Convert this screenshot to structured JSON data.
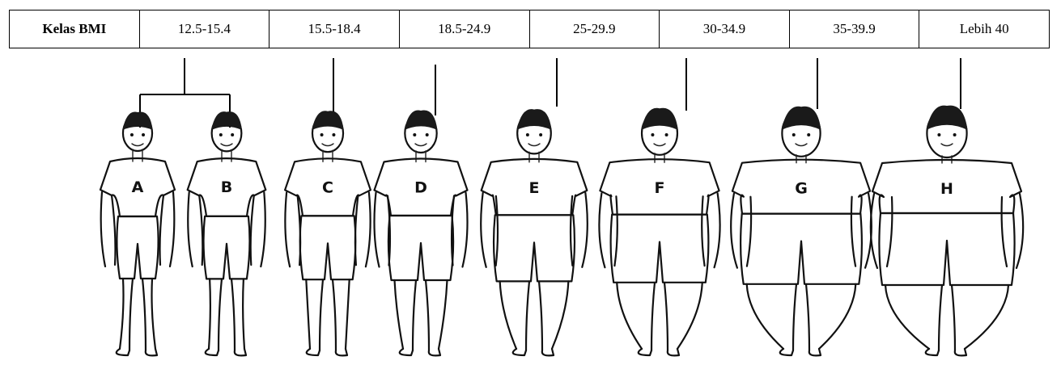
{
  "table": {
    "header_label": "Kelas BMI",
    "ranges": [
      "12.5-15.4",
      "15.5-18.4",
      "18.5-24.9",
      "25-29.9",
      "30-34.9",
      "35-39.9",
      "Lebih 40"
    ]
  },
  "figures": [
    {
      "letter": "A",
      "build": 0.0
    },
    {
      "letter": "B",
      "build": 0.05
    },
    {
      "letter": "C",
      "build": 0.15
    },
    {
      "letter": "D",
      "build": 0.25
    },
    {
      "letter": "E",
      "build": 0.42
    },
    {
      "letter": "F",
      "build": 0.6
    },
    {
      "letter": "G",
      "build": 0.85
    },
    {
      "letter": "H",
      "build": 1.0
    }
  ]
}
